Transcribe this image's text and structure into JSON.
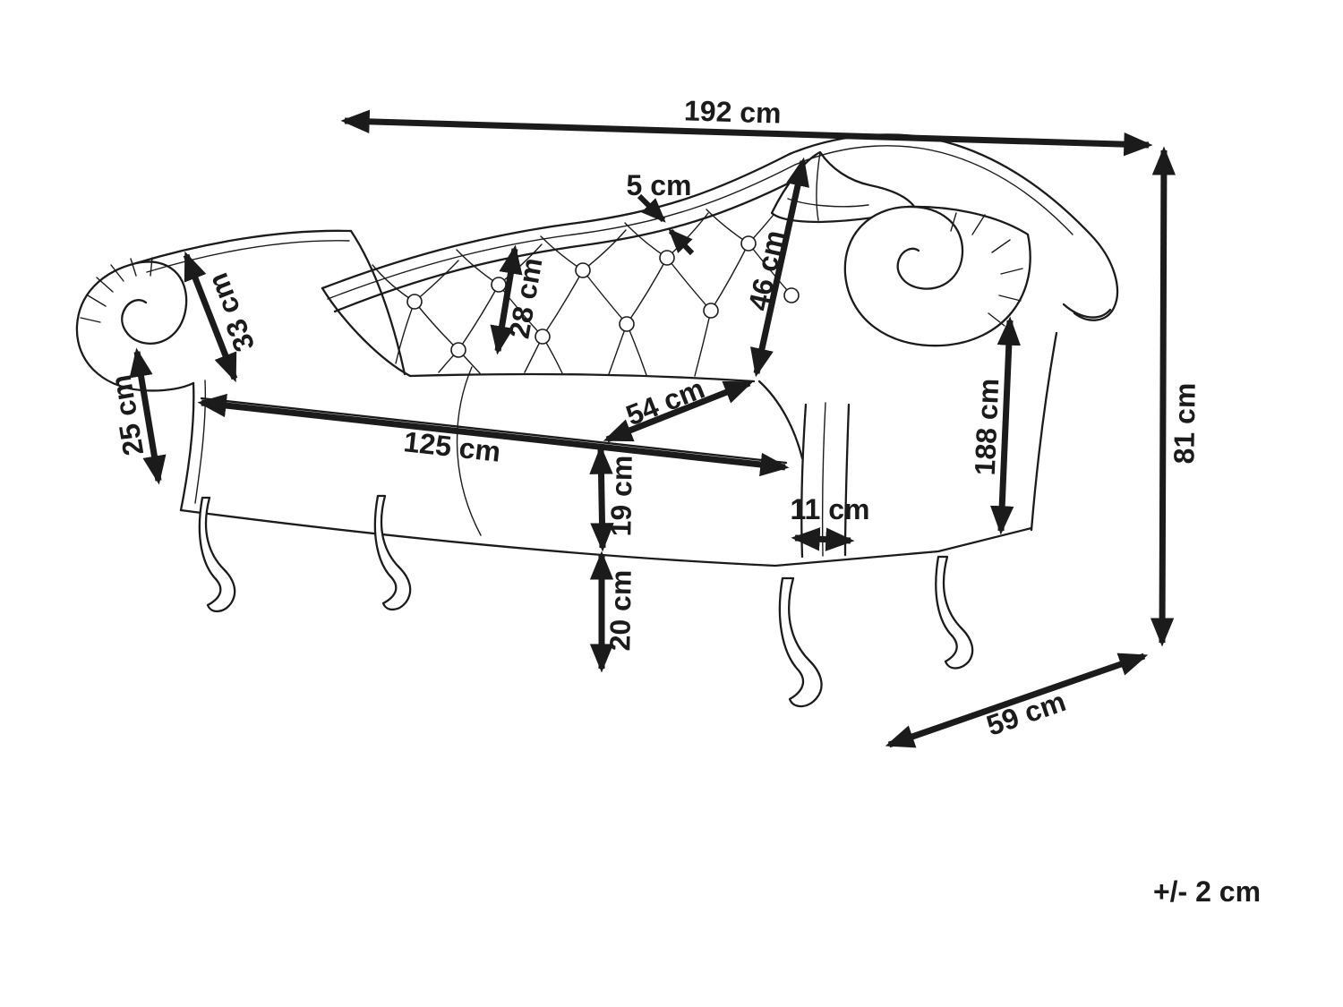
{
  "page": {
    "background_color": "#ffffff",
    "line_color": "#1b1b1b"
  },
  "diagram": {
    "type": "furniture-dimension-line-drawing",
    "subject": "chesterfield chaise longue sofa",
    "unit": "cm",
    "tolerance_note": "+/- 2 cm",
    "dimensions": {
      "overall_length": {
        "label": "192 cm"
      },
      "back_trim_thickness": {
        "label": "5 cm"
      },
      "armrest_top_depth": {
        "label": "33 cm"
      },
      "armrest_front_height": {
        "label": "25 cm"
      },
      "backrest_height": {
        "label": "28 cm"
      },
      "right_backrest_height": {
        "label": "46 cm"
      },
      "seat_depth": {
        "label": "54 cm"
      },
      "seat_length": {
        "label": "125 cm"
      },
      "seat_front_height": {
        "label": "19 cm"
      },
      "floor_clearance": {
        "label": "20 cm"
      },
      "arm_post_width": {
        "label": "11 cm"
      },
      "inner_length": {
        "label": "188 cm"
      },
      "overall_height": {
        "label": "81 cm"
      },
      "overall_depth": {
        "label": "59 cm"
      }
    }
  }
}
